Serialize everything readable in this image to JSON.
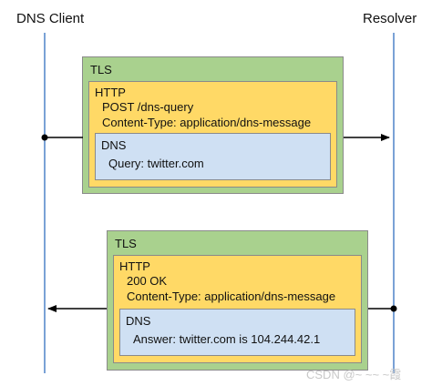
{
  "actors": {
    "client": "DNS Client",
    "resolver": "Resolver"
  },
  "request": {
    "tls_label": "TLS",
    "http_label": "HTTP",
    "http_lines": [
      "POST /dns-query",
      "Content-Type: application/dns-message"
    ],
    "dns_label": "DNS",
    "dns_lines": [
      "Query: twitter.com"
    ]
  },
  "response": {
    "tls_label": "TLS",
    "http_label": "HTTP",
    "http_lines": [
      "200 OK",
      "Content-Type: application/dns-message"
    ],
    "dns_label": "DNS",
    "dns_lines": [
      "Answer: twitter.com is 104.244.42.1"
    ]
  },
  "watermark": "CSDN @~ ~~ ~霞",
  "colors": {
    "tls": "#a9d18e",
    "http": "#ffd966",
    "dns": "#cfe0f3",
    "lifeline": "#7aa2d6"
  }
}
